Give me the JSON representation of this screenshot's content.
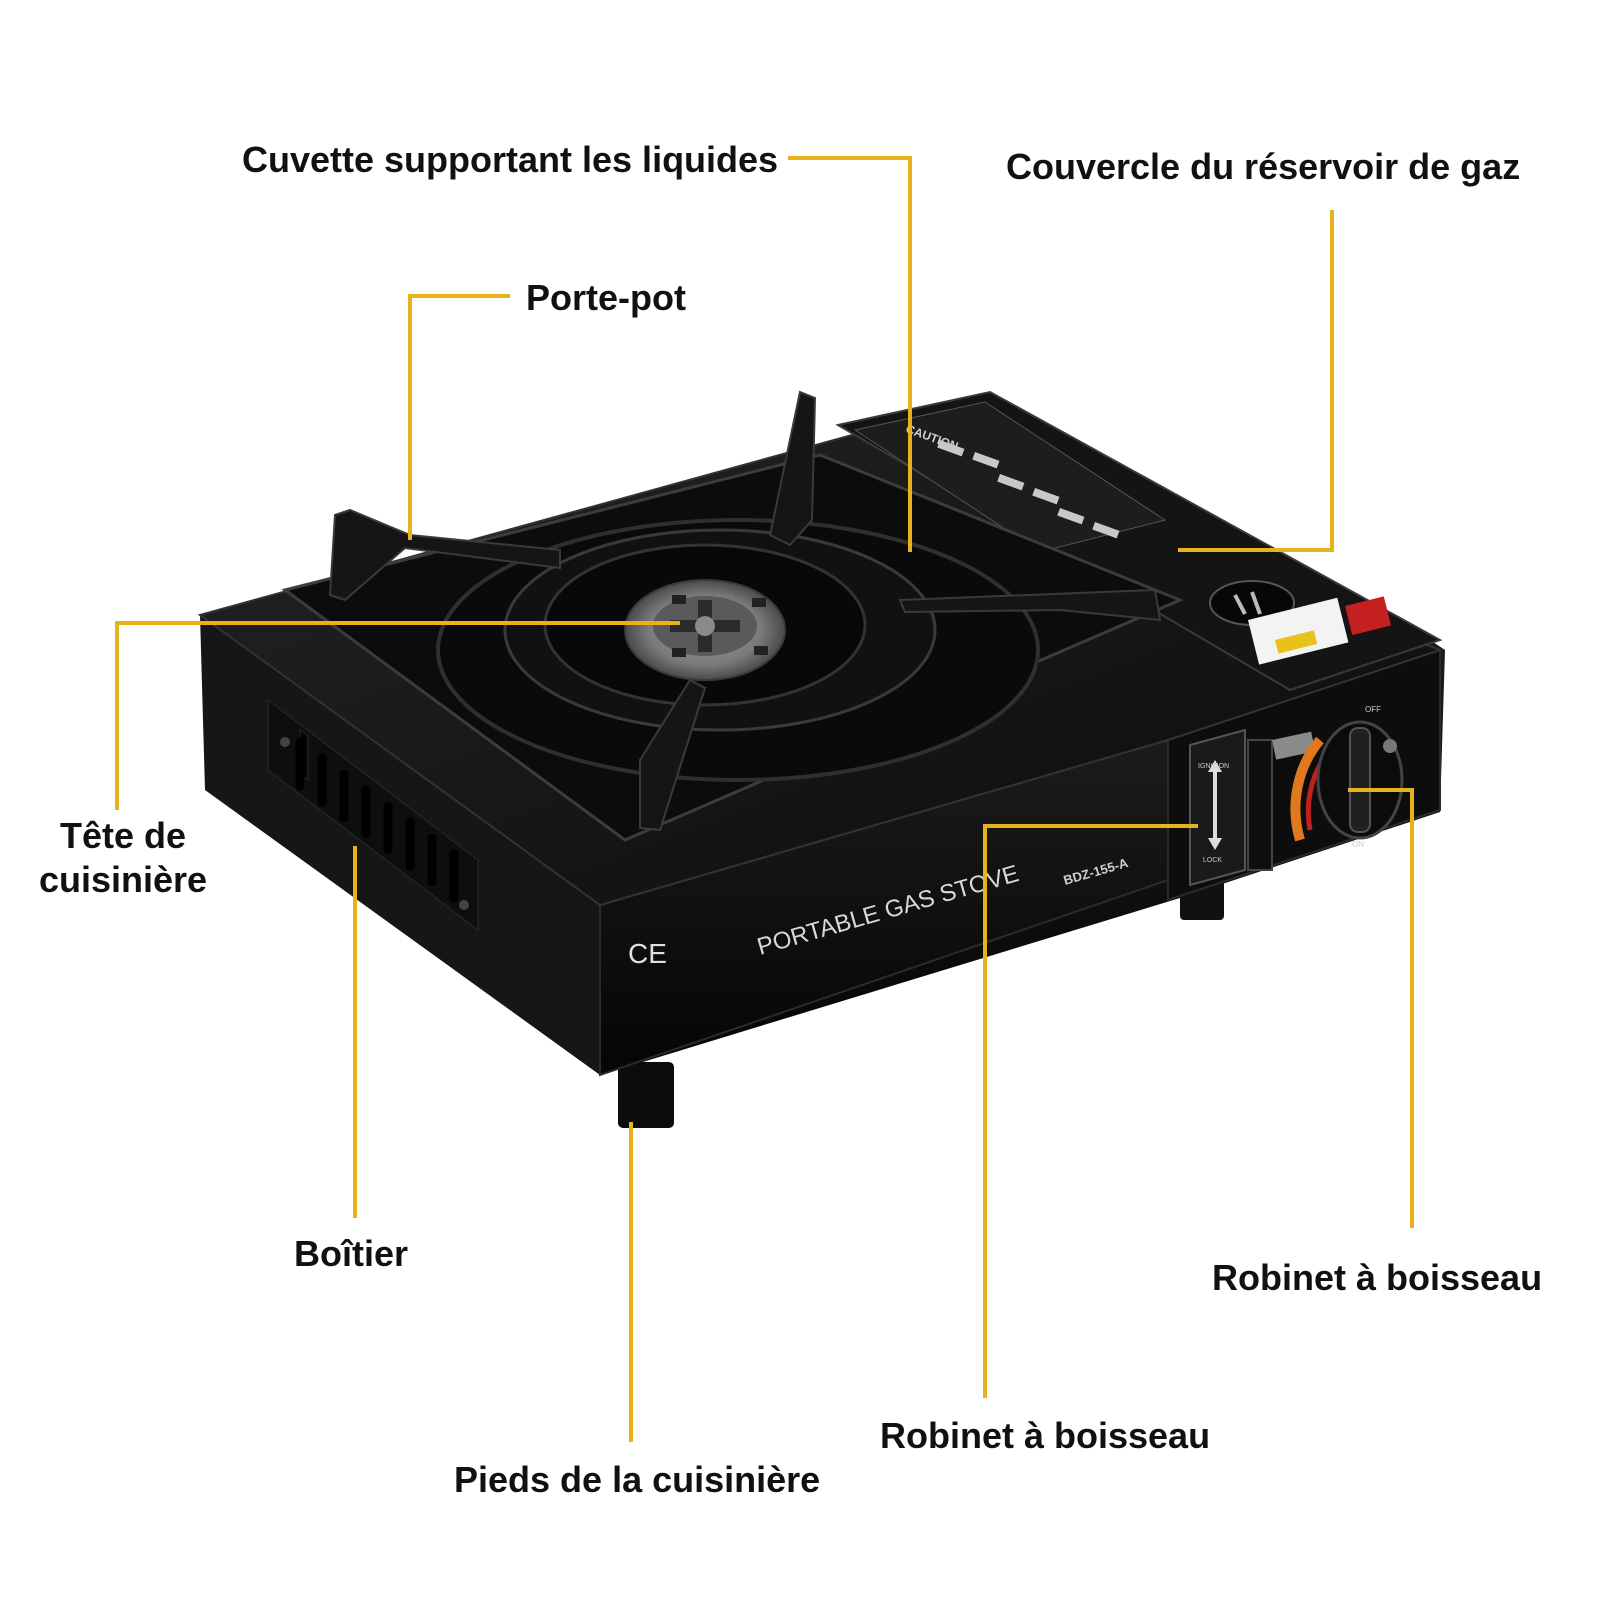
{
  "diagram": {
    "accent_color": "#E8B31A",
    "subject": {
      "icon": "portable-gas-stove-illustration",
      "front_text": "PORTABLE GAS STOVE",
      "model_text": "BDZ-155-A",
      "ce_mark": "CE",
      "caution_text": "CAUTION",
      "lever_top_text": "IGNITION",
      "lever_bottom_text": "LOCK",
      "knob_top_text": "OFF",
      "knob_bottom_text": "ON"
    },
    "labels": {
      "liquid_tray": "Cuvette supportant les liquides",
      "gas_cover": "Couvercle du réservoir de gaz",
      "pot_support": "Porte-pot",
      "burner_head": "Tête de\ncuisinière",
      "housing": "Boîtier",
      "valve_right": "Robinet à boisseau",
      "valve_center": "Robinet à boisseau",
      "feet": "Pieds de la cuisinière"
    }
  }
}
